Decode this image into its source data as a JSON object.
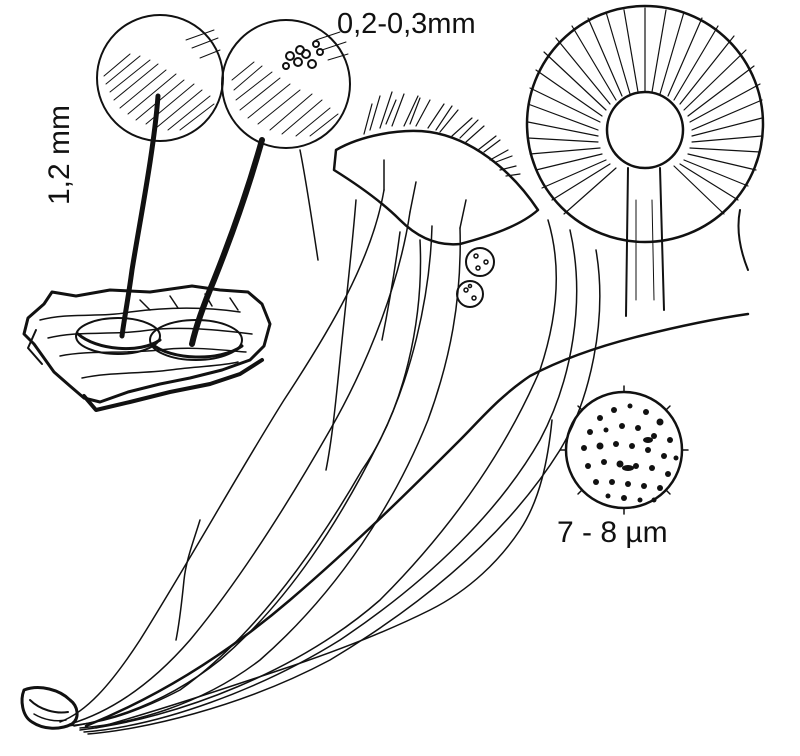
{
  "labels": {
    "sporangium_diameter": "0,2-0,3mm",
    "fruiting_body_height": "1,2 mm",
    "spore_diameter": "7 - 8 µm"
  },
  "colors": {
    "ink": "#111111",
    "paper": "#ffffff"
  }
}
